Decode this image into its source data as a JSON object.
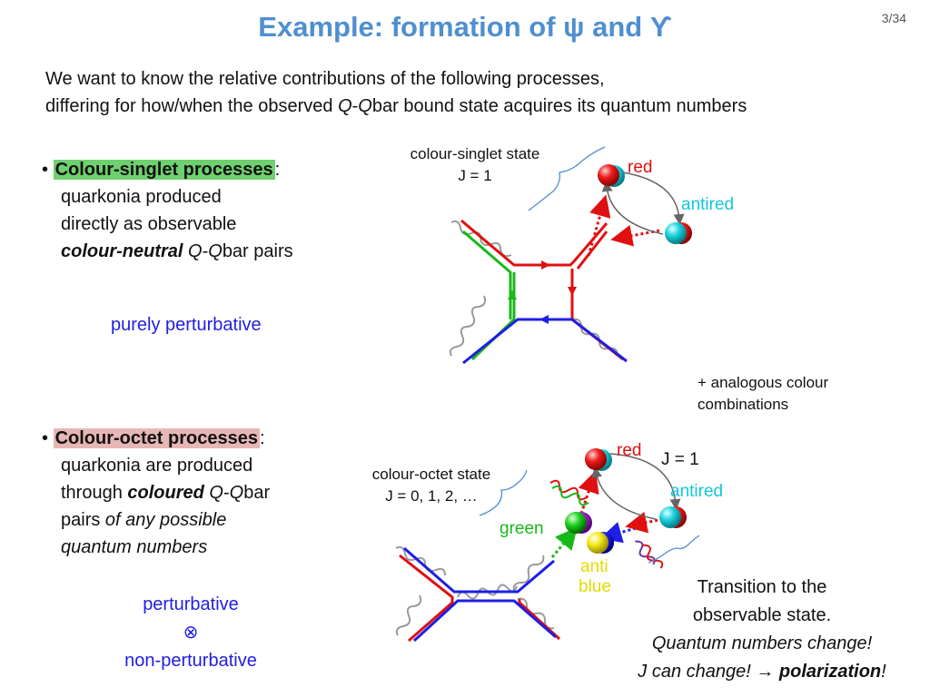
{
  "slide": {
    "title": "Example: formation of ψ and ϒ",
    "page": "3/34"
  },
  "intro": {
    "line1": "We want to know the relative contributions of the following processes,",
    "line2_pre": "differing for how/when the observed ",
    "line2_q1": "Q",
    "line2_dash": "-",
    "line2_q2": "Q",
    "line2_post": "bar bound state acquires its quantum numbers"
  },
  "singlet": {
    "heading": "Colour-singlet processes",
    "colon": ":",
    "line1": "quarkonia produced",
    "line2": "directly as observable",
    "line3_em": "colour-neutral",
    "line3_sp": " ",
    "line3_q1": "Q",
    "line3_dash": "-",
    "line3_q2": "Q",
    "line3_post": "bar pairs",
    "note": "purely perturbative",
    "state_caption_1": "colour-singlet state",
    "state_caption_2": "J = 1",
    "label_red": "red",
    "label_antired": "antired",
    "analogous_1": "+ analogous colour",
    "analogous_2": "combinations"
  },
  "octet": {
    "heading": "Colour-octet processes",
    "colon": ":",
    "line1": "quarkonia are produced",
    "line2_pre": "through ",
    "line2_em": "coloured",
    "line2_sp": " ",
    "line2_q1": "Q",
    "line2_dash": "-",
    "line2_q2": "Q",
    "line2_post": "bar",
    "line3_pre": "pairs ",
    "line3_em": "of any possible",
    "line4_em": "quantum numbers",
    "note_1": "perturbative",
    "note_2": "⊗",
    "note_3": "non-perturbative",
    "state_caption_1": "colour-octet state",
    "state_caption_2": "J = 0, 1, 2, …",
    "label_red": "red",
    "label_j1": "J = 1",
    "label_antired": "antired",
    "label_green": "green",
    "label_anti": "anti",
    "label_blue": "blue",
    "transition_1": "Transition to the",
    "transition_2": "observable state.",
    "transition_3": "Quantum numbers change!",
    "transition_4a": "J can change! ",
    "transition_4arrow": "→",
    "transition_4sp": " ",
    "transition_4b": "polarization",
    "transition_4c": "!"
  },
  "colors": {
    "title": "#4f8fd0",
    "red": "#e01010",
    "blue": "#1e1ee6",
    "green": "#18b818",
    "cyan": "#10c8d8",
    "yellow": "#e6d800",
    "gluon": "#9a9a9a"
  }
}
